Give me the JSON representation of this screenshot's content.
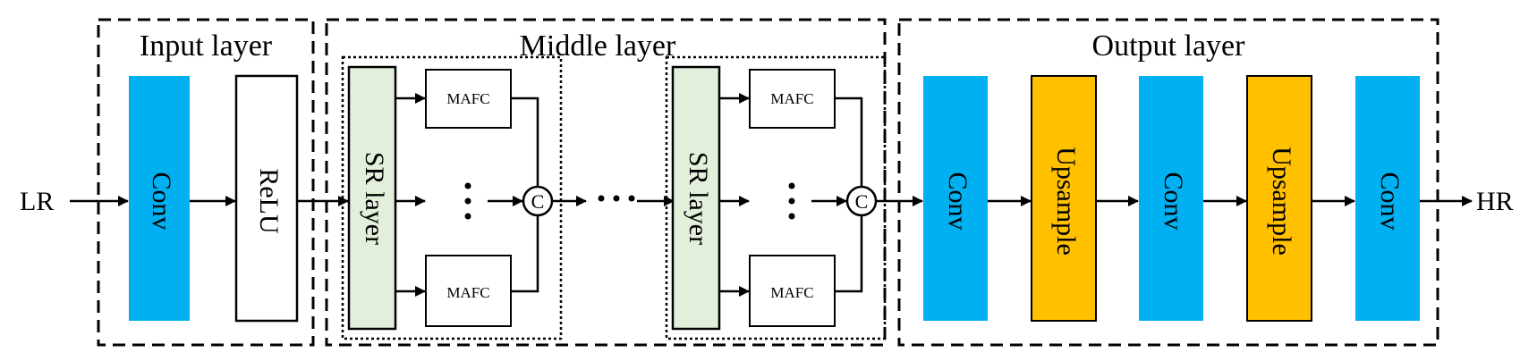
{
  "groups": {
    "input": "Input layer",
    "middle": "Middle layer",
    "output": "Output layer"
  },
  "io": {
    "input": "LR",
    "output": "HR"
  },
  "blocks": {
    "conv": "Conv",
    "relu": "ReLU",
    "sr_layer": "SR layer",
    "mafc": "MAFC",
    "upsample": "Upsample",
    "concat": "C"
  },
  "colors": {
    "conv": "#00B0F0",
    "upsample": "#FFC000",
    "sr_layer": "#E2EFDA",
    "line": "#000000"
  },
  "icons": {
    "ellipsis_vertical": "vertical-ellipsis-icon",
    "ellipsis_horizontal": "horizontal-ellipsis-icon",
    "arrow": "arrow-icon"
  }
}
